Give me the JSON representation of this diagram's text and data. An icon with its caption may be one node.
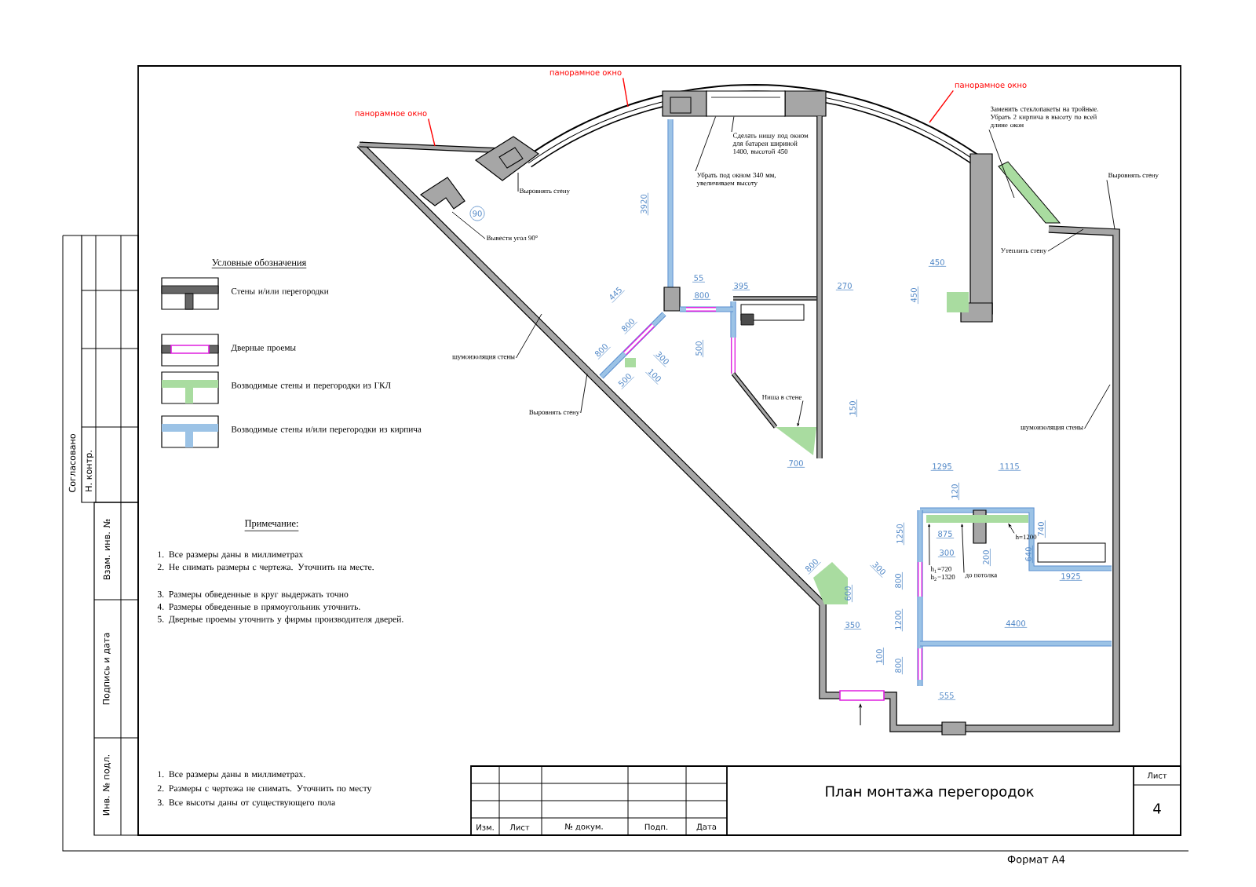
{
  "diagram": {
    "nodes": [
      {
        "text": [
          "панорамное окно"
        ]
      },
      {
        "text": [
          "панорамное окно"
        ]
      },
      {
        "text": [
          "панорамное окно"
        ]
      },
      {
        "text": [
          "Сделать нишу под окном для батареи шириной 1400, высотой 450"
        ]
      },
      {
        "text": [
          "Убрать под окном 340 мм, увеличиваем высоту"
        ]
      },
      {
        "text": [
          "Выровнять стену"
        ]
      },
      {
        "text": [
          "Вывести угол 90°"
        ]
      },
      {
        "text": [
          "Заменить стеклопакеты на тройные. Убрать 2 кирпича в высоту по всей длине окон"
        ]
      },
      {
        "text": [
          "Выровнять стену"
        ]
      },
      {
        "text": [
          "Утеплить стену"
        ]
      },
      {
        "text": [
          "шумоизоляция стены"
        ]
      },
      {
        "text": [
          "Выровнять стену"
        ]
      },
      {
        "text": [
          "Ниша в стене"
        ]
      },
      {
        "text": [
          "шумоизоляция стены"
        ]
      },
      {
        "text": [
          "h$_{1}$=720 h$_{2}$=1320"
        ]
      },
      {
        "text": [
          "до потолка"
        ]
      },
      {
        "text": [
          "h=1200"
        ]
      },
      {
        "text": [],
        "shape": "bar"
      },
      {
        "text": [],
        "shape": "box"
      }
    ],
    "edges": [
      {
        "from": 0,
        "to": null,
        "arrow": "none",
        "color": "#ff0000"
      },
      {
        "from": 1,
        "to": null,
        "arrow": "none",
        "color": "#ff0000"
      },
      {
        "from": 2,
        "to": null,
        "arrow": "none",
        "color": "#ff0000"
      },
      {
        "from": 3,
        "to": 18,
        "arrow": "none"
      },
      {
        "from": 4,
        "to": 18,
        "arrow": "none"
      },
      {
        "from": 5,
        "to": null,
        "arrow": "none"
      },
      {
        "from": 6,
        "to": null,
        "arrow": "none"
      },
      {
        "from": 7,
        "to": null,
        "arrow": "none"
      },
      {
        "from": 8,
        "to": null,
        "arrow": "none"
      },
      {
        "from": 9,
        "to": null,
        "arrow": "none"
      },
      {
        "from": 10,
        "to": null,
        "arrow": "none"
      },
      {
        "from": 11,
        "to": null,
        "arrow": "none"
      },
      {
        "from": 12,
        "to": null,
        "arrow": "to"
      },
      {
        "from": 13,
        "to": null,
        "arrow": "none"
      },
      {
        "from": 14,
        "to": 17,
        "arrow": "to"
      },
      {
        "from": 15,
        "to": 17,
        "arrow": "to"
      },
      {
        "from": 16,
        "to": 17,
        "arrow": "to"
      }
    ],
    "labels": [
      "Условные обозначения",
      "90",
      "3920",
      "55",
      "445",
      "800",
      "395",
      "270",
      "450",
      "450",
      "800",
      "800",
      "300",
      "500",
      "100",
      "500",
      "150",
      "700",
      "1295",
      "1115",
      "120",
      "1250",
      "875",
      "740",
      "300",
      "200",
      "640",
      "1925",
      "800",
      "300",
      "600",
      "800",
      "350",
      "1200",
      "4400",
      "100",
      "800",
      "555",
      "Примечание:",
      "1. Все размеры даны в миллиметрах",
      "2. Не снимать размеры с чертежа. Уточнить на месте.",
      "3. Размеры обведенные в круг выдержать точно",
      "4. Размеры обведенные в прямоугольник уточнить.",
      "5. Дверные проемы уточнить у фирмы производителя дверей.",
      "1. Все размеры даны в миллиметрах.",
      "2. Размеры с чертежа не снимать. Уточнить по месту",
      "3. Все высоты даны от существующего пола",
      "Согласовано",
      "Н. контр.",
      "Взам. инв. №",
      "Подпись и дата",
      "Инв. № подл.",
      "Изм.",
      "Лист",
      "№ докум.",
      "Подп.",
      "Дата",
      "План монтажа перегородок",
      "Лист",
      "4",
      "Формат А4"
    ],
    "legend": [
      {
        "text": "Стены и/или перегородки"
      },
      {
        "text": "Дверные проемы"
      },
      {
        "text": "Возводимые стены и перегородки из ГКЛ",
        "color": "#a9dca0"
      },
      {
        "text": "Возводимые  стены и/или перегородки из кирпича",
        "color": "#9cc3e6"
      }
    ]
  }
}
